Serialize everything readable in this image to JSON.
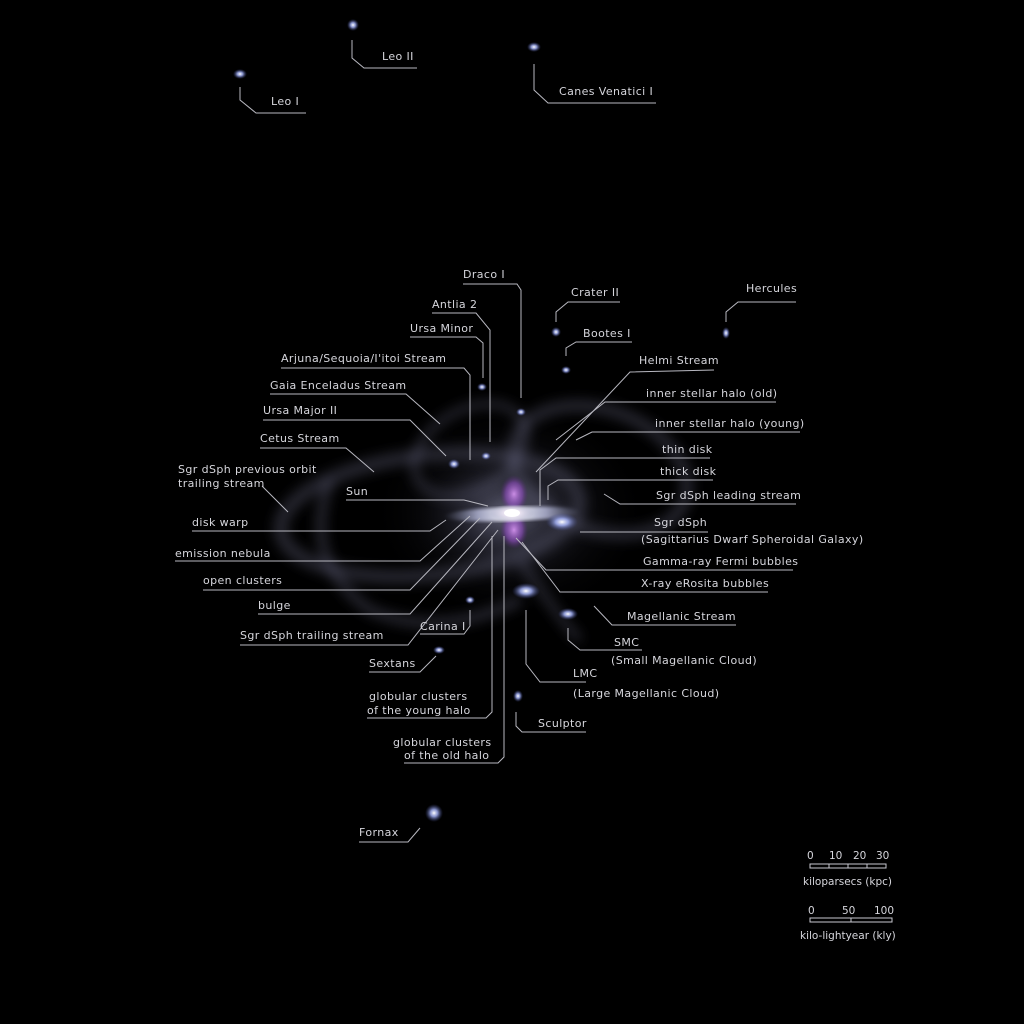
{
  "labels": {
    "leo_i": "Leo I",
    "leo_ii": "Leo II",
    "canes_venatici_i": "Canes Venatici I",
    "draco_i": "Draco I",
    "crater_ii": "Crater II",
    "hercules": "Hercules",
    "antlia_2": "Antlia 2",
    "bootes_i": "Bootes I",
    "ursa_minor": "Ursa Minor",
    "helmi_stream": "Helmi Stream",
    "arjuna_stream": "Arjuna/Sequoia/I'itoi Stream",
    "inner_halo_old": "inner stellar halo (old)",
    "gaia_enceladus": "Gaia Enceladus Stream",
    "ursa_major_ii": "Ursa Major II",
    "inner_halo_young": "inner stellar halo (young)",
    "cetus_stream": "Cetus Stream",
    "thin_disk": "thin disk",
    "sgr_prev_orbit_1": "Sgr dSph previous orbit",
    "sgr_prev_orbit_2": "trailing stream",
    "thick_disk": "thick disk",
    "sun": "Sun",
    "sgr_leading": "Sgr dSph leading stream",
    "disk_warp": "disk warp",
    "sgr_dsph": "Sgr dSph",
    "sgr_dsph_full": "(Sagittarius Dwarf Spheroidal Galaxy)",
    "emission_nebula": "emission nebula",
    "fermi_bubbles": "Gamma-ray Fermi bubbles",
    "open_clusters": "open clusters",
    "erosita_bubbles": "X-ray eRosita bubbles",
    "bulge": "bulge",
    "magellanic_stream": "Magellanic Stream",
    "sgr_trailing": "Sgr dSph trailing stream",
    "carina_i": "Carina I",
    "smc": "SMC",
    "smc_full": "(Small Magellanic Cloud)",
    "sextans": "Sextans",
    "lmc": "LMC",
    "lmc_full": "(Large Magellanic Cloud)",
    "gc_young_1": "globular clusters",
    "gc_young_2": "of the young halo",
    "sculptor": "Sculptor",
    "gc_old_1": "globular clusters",
    "gc_old_2": "of the old halo",
    "fornax": "Fornax"
  },
  "scale": {
    "kpc_ticks": [
      "0",
      "10",
      "20",
      "30"
    ],
    "kpc_label": "kiloparsecs (kpc)",
    "kly_ticks": [
      "0",
      "50",
      "100"
    ],
    "kly_label": "kilo-lightyear (kly)"
  },
  "colors": {
    "background": "#000000",
    "label_text": "#d6d6dc",
    "leader_line": "#b8b8c0",
    "dwarf_galaxy": "#aab8ff",
    "bubbles": "#c070e8"
  }
}
